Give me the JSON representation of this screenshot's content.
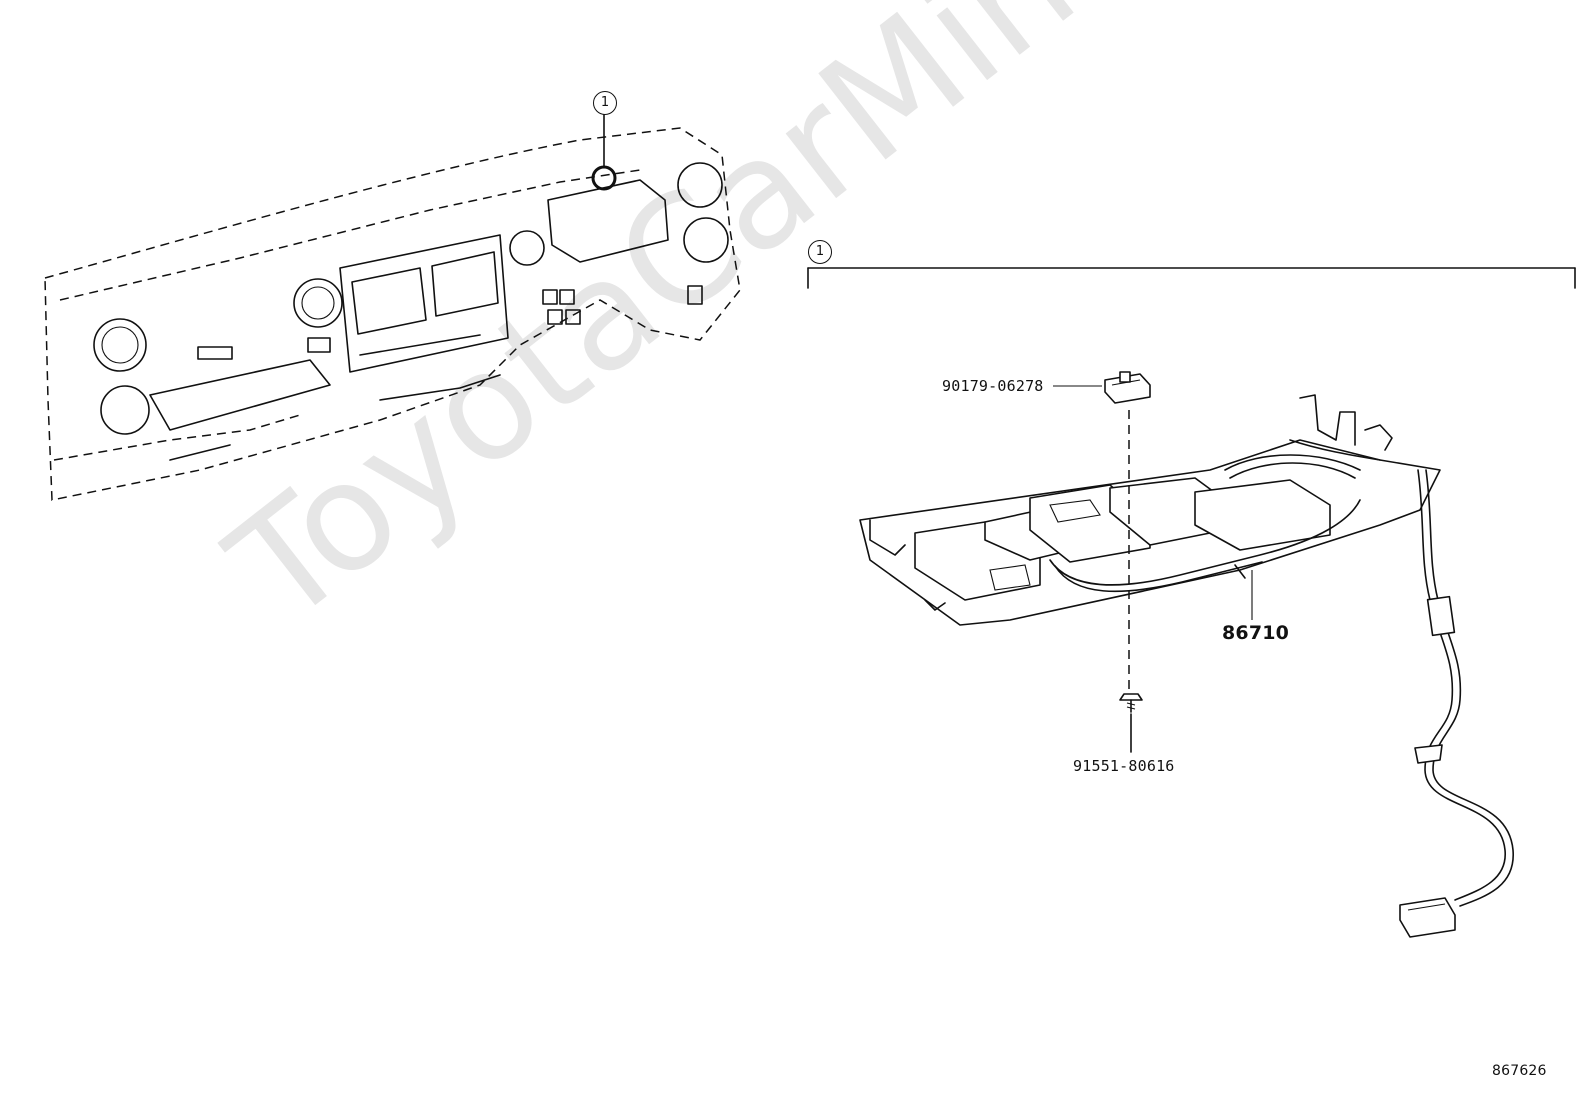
{
  "callouts": {
    "assembly_ref": "1",
    "bracket_ref": "1"
  },
  "parts": {
    "nut": "90179-06278",
    "screw": "91551-80616",
    "antenna_assy": "86710"
  },
  "illustration_id": "867626",
  "watermark": "ToyotaCarMine.ru"
}
